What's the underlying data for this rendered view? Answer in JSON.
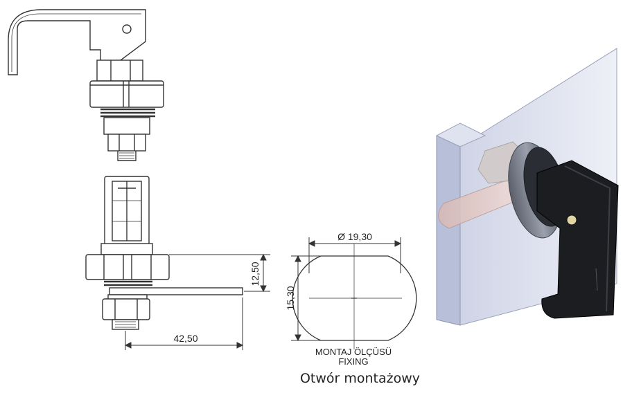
{
  "dimensions": {
    "hole_diameter": "Ø 19,30",
    "hole_height": "15,30",
    "cam_height": "12,50",
    "cam_length": "42,50"
  },
  "labels": {
    "fixing_tr": "MONTAJ ÖLÇÜSÜ",
    "fixing_en": "FIXING"
  },
  "caption": "Otwór montażowy"
}
